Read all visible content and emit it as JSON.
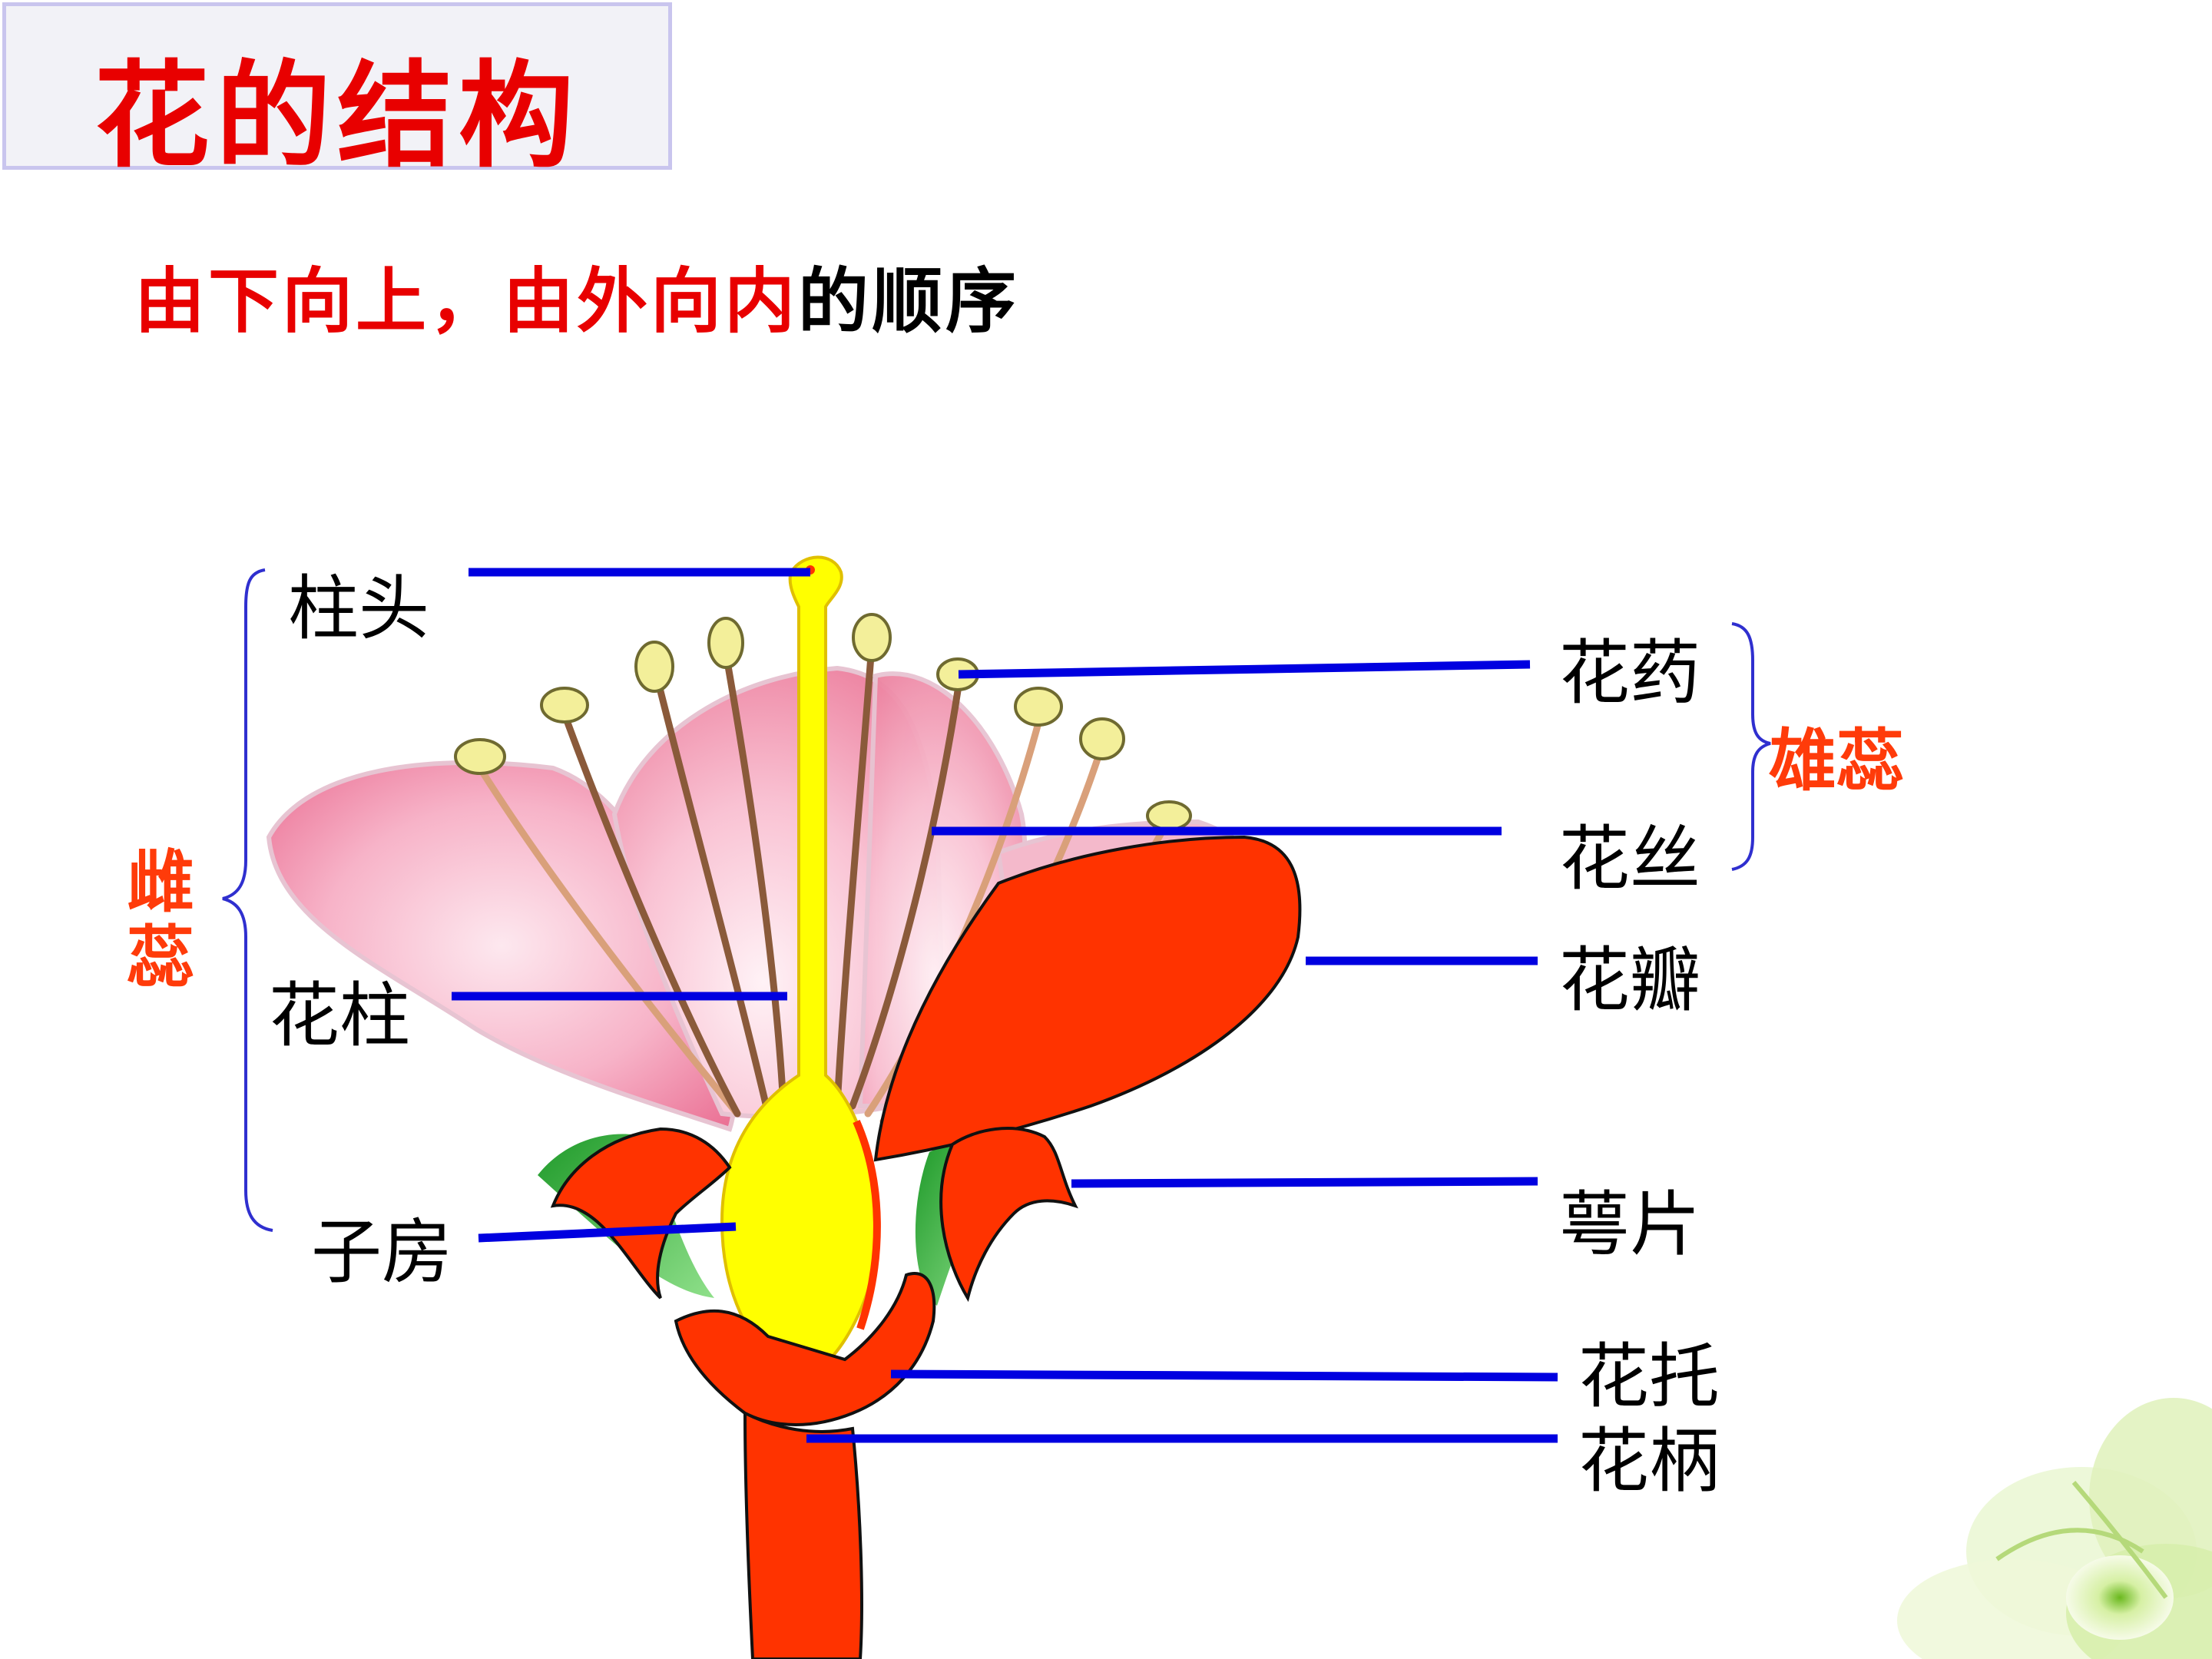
{
  "title": "花的结构",
  "subtitle": {
    "red_part": "由下向上，由外向内",
    "black_part": "的顺序"
  },
  "labels": {
    "stigma": "柱头",
    "style": "花柱",
    "ovary": "子房",
    "anther": "花药",
    "filament": "花丝",
    "petal": "花瓣",
    "sepal": "萼片",
    "receptacle": "花托",
    "pedicel": "花柄"
  },
  "groups": {
    "pistil": "雌蕊",
    "stamen": "雄蕊"
  },
  "colors": {
    "title_red": "#e80000",
    "group_orange": "#ff3b0a",
    "leader_line_blue": "#0000e0",
    "bracket_blue": "#3b3bd0",
    "petal_red": "#ff3300",
    "pistil_yellow": "#ffff00",
    "petal_pink": "#f28aa8"
  }
}
